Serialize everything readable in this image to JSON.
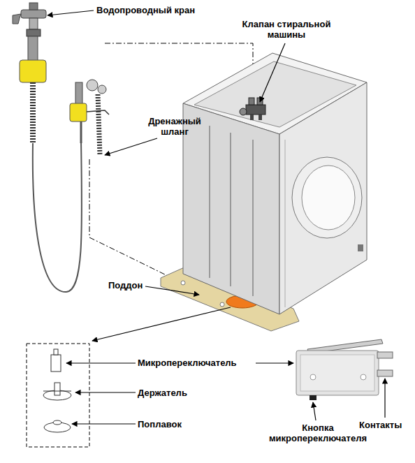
{
  "diagram": {
    "labels": [
      "Водопроводный кран",
      "Клапан стиральной машины",
      "Дренажный шланг",
      "Поддон",
      "Микропереключатель",
      "Держатель",
      "Поплавок",
      "Кнопка микропереключателя",
      "Контакты"
    ]
  }
}
